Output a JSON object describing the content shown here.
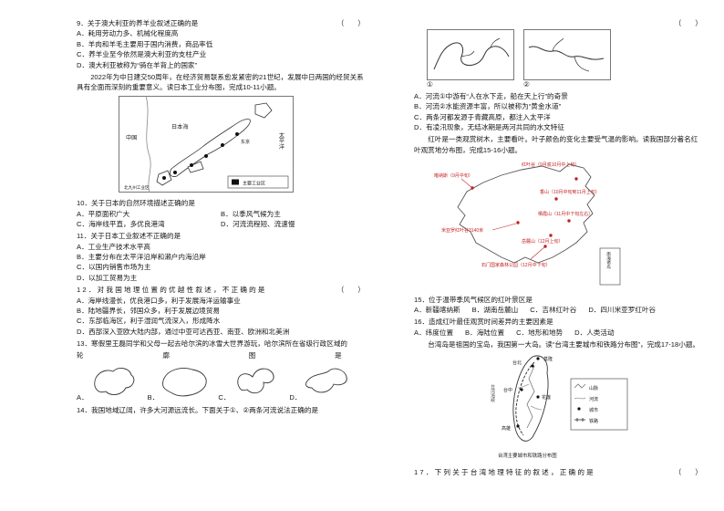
{
  "left": {
    "q9": {
      "stem": "9．关于澳大利亚的养羊业叙述正确的是",
      "bracket": "（　　）",
      "options": [
        "A．耗用劳动力多、机械化程度高",
        "B．羊肉和羊毛主要用于国内消费，商品率低",
        "C．养羊业至今依然是澳大利亚的支柱产业",
        "D．澳大利亚被称为“骑在羊背上的国家”"
      ]
    },
    "japan_intro": "2022年为中日建交50周年，在经济贸易联系愈发紧密的21世纪，发展中日两国的经贸关系具有全面而深刻的重要意义。读日本工业分布图，完成10-11小题。",
    "japan_map": {
      "china": "中国",
      "sea": "日本海",
      "pacific": "太平洋",
      "tokyo": "东京",
      "kitakyushu": "北九州工业区",
      "legend": "主要工业区"
    },
    "q10": {
      "stem": "10．关于日本的自然环境描述正确的是",
      "options": [
        [
          "A．平原面积广大",
          "B．以季风气候为主"
        ],
        [
          "C．海岸线平直，多优良港湾",
          "D．河流流程短、流速慢"
        ]
      ]
    },
    "q11": {
      "stem": "11．关于日本工业叙述不正确的是",
      "options": [
        "A．工业生产技术水平高",
        "B．主要分布在太平洋沿岸和濑户内海沿岸",
        "C．以国内销售市场为主",
        "D．以加工贸易为主"
      ]
    },
    "q12": {
      "stem": "12．对我国地理位置的优越性叙述，不正确的是",
      "bracket": "（　　）",
      "options": [
        "A．海岸线漫长，优良港口多，利于发展海洋运输事业",
        "B．陆地疆界长，邻国众多，利于发展边境贸易",
        "C．东部临海区，利于湿润气流深入，形成降水",
        "D．西部深入亚欧大陆内部，通过中亚可达西亚、南亚、欧洲和北美洲"
      ]
    },
    "q13": {
      "stem": "13．寒假里王磊同学和父母一起去哈尔滨的冰雪大世界游玩，哈尔滨所在省级行政区域的",
      "spaced": [
        "轮",
        "廓",
        "图",
        "是"
      ],
      "letters": [
        "A．",
        "B．",
        "C．",
        "D．"
      ]
    },
    "q14": {
      "stem": "14．我国地域辽阔，许多大河源远流长。下面关于①、②两条河流说法正确的是"
    }
  },
  "right": {
    "bracket_top": "（　　）",
    "river1_label": "①",
    "river2_label": "②",
    "q14_options": [
      "A．河流①中游有“人在水下走，船在天上行”的奇景",
      "B．河流②水能资源丰富，所以被称为“黄金水道”",
      "C．两条河都发源于青藏高原，都注入太平洋",
      "D．有凌汛现象，无结冰期是两河共同的水文特征"
    ],
    "leaf_intro": "红叶是一类观赏树木，主要看叶。叶子颜色的变化主要受气温的影响。读我国部分著名红叶观赏地分布图，完成15-16小题。",
    "china_map": {
      "kanas": "喀纳斯（9月中旬）",
      "hongyegu": "红叶谷（9月底10月中上旬）",
      "xiangshan": "香山（10月中旬到11月上旬）",
      "miyaluo": "米亚罗红叶谷3140米",
      "qixiashan": "栖霞山（11月中下旬左右）",
      "yuelushan": "岳麓山（12月上旬）",
      "shimen": "石门国家森林公园（12月中下旬）",
      "nanhai": "南海诸岛"
    },
    "q15": {
      "stem": "15．位于温带季风气候区的红叶景区是",
      "options": [
        "A．新疆喀纳斯",
        "B．湖南岳麓山",
        "C．吉林红叶谷",
        "D．四川米亚罗红叶谷"
      ]
    },
    "q16": {
      "stem": "16．造成红叶最佳观赏时间差异的主要因素是",
      "options": [
        "A．纬度位置",
        "B．海陆位置",
        "C．地形和地势",
        "D．人类活动"
      ]
    },
    "taiwan_intro": "台湾岛是祖国的宝岛，我国第一大岛。读“台湾主要城市和铁路分布图”，完成17-18小题。",
    "taiwan_map": {
      "jilong": "基隆",
      "taibei": "台北",
      "taizhong": "台中",
      "hualian": "花莲",
      "gaoxiong": "高雄",
      "strait": "台湾海峡",
      "legend": [
        "山脉",
        "河流",
        "城市",
        "铁路"
      ],
      "caption": "台湾主要城市和铁路分布图"
    },
    "q17": {
      "stem": "17．下列关于台湾地理特征的叙述，正确的是",
      "bracket": "（　　）"
    }
  }
}
